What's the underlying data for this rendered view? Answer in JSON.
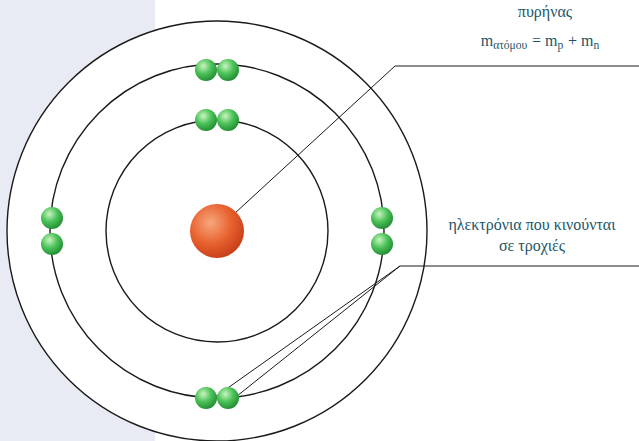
{
  "diagram": {
    "labels": [
      "πυρήνας",
      "m",
      "ατόμου",
      "= m",
      "p",
      "+ m",
      "n",
      "ηλεκτρόνια που κινούνται σε τροχιές"
    ]
  }
}
